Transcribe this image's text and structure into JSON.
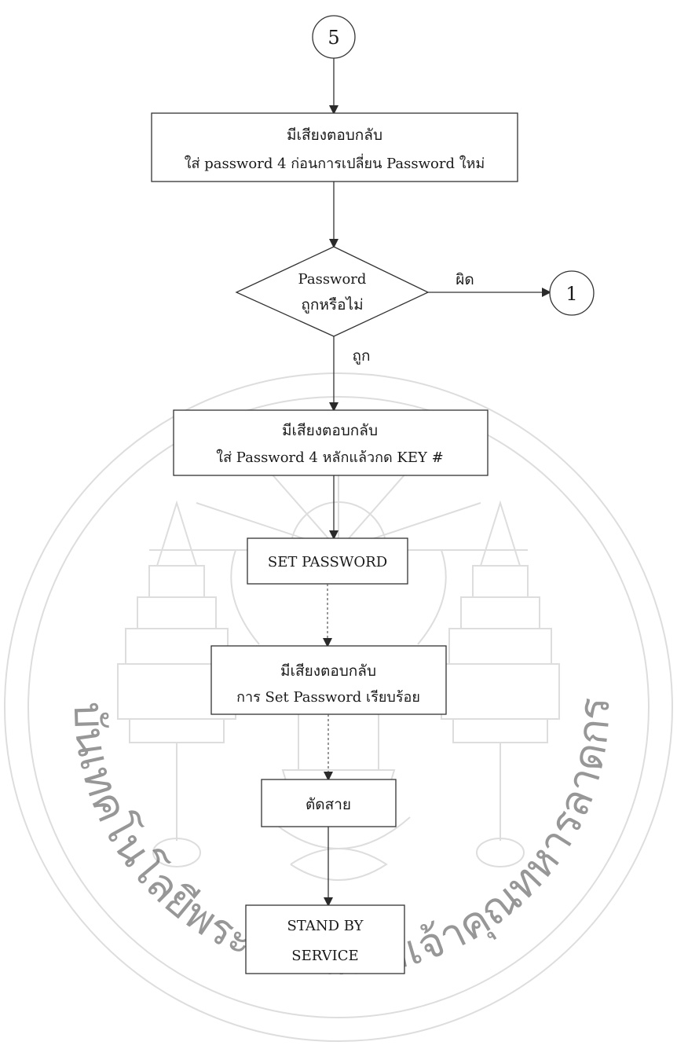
{
  "connector_top": "5",
  "connector_right": "1",
  "box1": {
    "line1": "มีเสียงตอบกลับ",
    "line2": "ใส่ password 4 ก่อนการเปลี่ยน Password ใหม่"
  },
  "decision": {
    "line1": "Password",
    "line2": "ถูกหรือไม่",
    "no_label": "ผิด",
    "yes_label": "ถูก"
  },
  "box2": {
    "line1": "มีเสียงตอบกลับ",
    "line2": "ใส่ Password 4 หลักแล้วกด KEY #"
  },
  "box3": {
    "label": "SET  PASSWORD"
  },
  "box4": {
    "line1": "มีเสียงตอบกลับ",
    "line2": "การ Set Password เรียบร้อย"
  },
  "box5": {
    "label": "ตัดสาย"
  },
  "box6": {
    "line1": "STAND BY",
    "line2": "SERVICE"
  },
  "watermark": {
    "text": "สถาบันเทคโนโลยีพระจอมเกล้าเจ้าคุณทหารลาดกระบัง",
    "color": "#b8b8b8"
  }
}
